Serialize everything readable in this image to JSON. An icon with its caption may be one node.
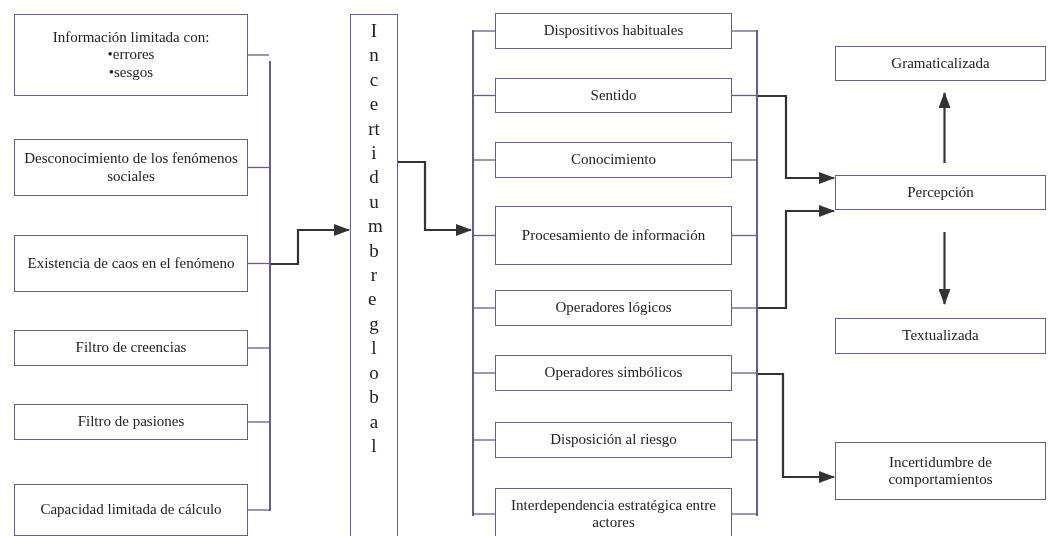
{
  "diagram": {
    "nodes": [
      {
        "text": [
          "Información limitada con:",
          "•errores",
          "•sesgos"
        ]
      },
      {
        "text": [
          "Desconocimiento de los fenómenos sociales"
        ]
      },
      {
        "text": [
          "Existencia de caos en el fenómeno"
        ]
      },
      {
        "text": [
          "Filtro de creencias"
        ]
      },
      {
        "text": [
          "Filtro de pasiones"
        ]
      },
      {
        "text": [
          "Capacidad limitada de cálculo"
        ]
      },
      {
        "text": [
          "Incertidumbre global"
        ]
      },
      {
        "text": [
          "Dispositivos habituales"
        ]
      },
      {
        "text": [
          "Sentido"
        ]
      },
      {
        "text": [
          "Conocimiento"
        ]
      },
      {
        "text": [
          "Procesamiento de información"
        ]
      },
      {
        "text": [
          "Operadores lógicos"
        ]
      },
      {
        "text": [
          "Operadores simbólicos"
        ]
      },
      {
        "text": [
          "Disposición al riesgo"
        ]
      },
      {
        "text": [
          "Interdependencia estratégica entre actores"
        ]
      },
      {
        "text": [
          "Gramaticalizada"
        ]
      },
      {
        "text": [
          "Percepción"
        ]
      },
      {
        "text": [
          "Textualizada"
        ]
      },
      {
        "text": [
          "Incertidumbre de comportamientos"
        ]
      },
      {
        "text": [],
        "shape": "bar"
      },
      {
        "text": [],
        "shape": "bar"
      },
      {
        "text": [],
        "shape": "bar"
      }
    ],
    "edges": [
      {
        "from": 0,
        "to": 19,
        "arrow": "none"
      },
      {
        "from": 1,
        "to": 19,
        "arrow": "none"
      },
      {
        "from": 2,
        "to": 19,
        "arrow": "none"
      },
      {
        "from": 3,
        "to": 19,
        "arrow": "none"
      },
      {
        "from": 4,
        "to": 19,
        "arrow": "none"
      },
      {
        "from": 5,
        "to": 19,
        "arrow": "none"
      },
      {
        "from": 19,
        "to": 6,
        "arrow": "to"
      },
      {
        "from": 6,
        "to": 20,
        "arrow": "to"
      },
      {
        "from": 20,
        "to": 7,
        "arrow": "none"
      },
      {
        "from": 20,
        "to": 8,
        "arrow": "none"
      },
      {
        "from": 20,
        "to": 9,
        "arrow": "none"
      },
      {
        "from": 20,
        "to": 10,
        "arrow": "none"
      },
      {
        "from": 20,
        "to": 11,
        "arrow": "none"
      },
      {
        "from": 20,
        "to": 12,
        "arrow": "none"
      },
      {
        "from": 20,
        "to": 13,
        "arrow": "none"
      },
      {
        "from": 20,
        "to": 14,
        "arrow": "none"
      },
      {
        "from": 7,
        "to": 21,
        "arrow": "none"
      },
      {
        "from": 8,
        "to": 21,
        "arrow": "none"
      },
      {
        "from": 9,
        "to": 21,
        "arrow": "none"
      },
      {
        "from": 10,
        "to": 21,
        "arrow": "none"
      },
      {
        "from": 11,
        "to": 21,
        "arrow": "none"
      },
      {
        "from": 12,
        "to": 21,
        "arrow": "none"
      },
      {
        "from": 13,
        "to": 21,
        "arrow": "none"
      },
      {
        "from": 14,
        "to": 21,
        "arrow": "none"
      },
      {
        "from": 21,
        "to": 16,
        "arrow": "to"
      },
      {
        "from": 21,
        "to": 16,
        "arrow": "to"
      },
      {
        "from": 21,
        "to": 18,
        "arrow": "to"
      },
      {
        "from": 16,
        "to": 15,
        "arrow": "to"
      },
      {
        "from": 16,
        "to": 17,
        "arrow": "to"
      }
    ]
  }
}
